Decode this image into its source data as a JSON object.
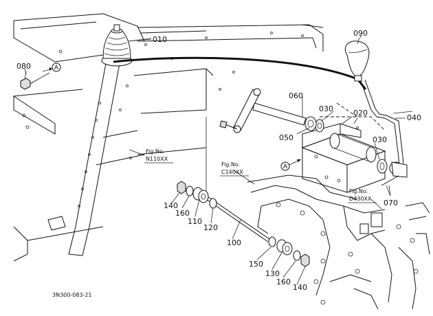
{
  "diagram": {
    "drawing_code": "3N300-083-21",
    "part_labels": {
      "p010": "010",
      "p020": "020",
      "p030a": "030",
      "p030b": "030",
      "p040": "040",
      "p050": "050",
      "p060": "060",
      "p070": "070",
      "p080": "080",
      "p090": "090",
      "p100": "100",
      "p110": "110",
      "p120": "120",
      "p130": "130",
      "p140a": "140",
      "p140b": "140",
      "p150": "150",
      "p160a": "160",
      "p160b": "160"
    },
    "figure_refs": {
      "n110": {
        "title": "Fig.No.",
        "code": "N110XX"
      },
      "c140": {
        "title": "Fig.No.",
        "code": "C140XX"
      },
      "d430": {
        "title": "Fig.No.",
        "code": "D430XX"
      }
    },
    "callouts": {
      "a1": "A",
      "a2": "A"
    }
  }
}
